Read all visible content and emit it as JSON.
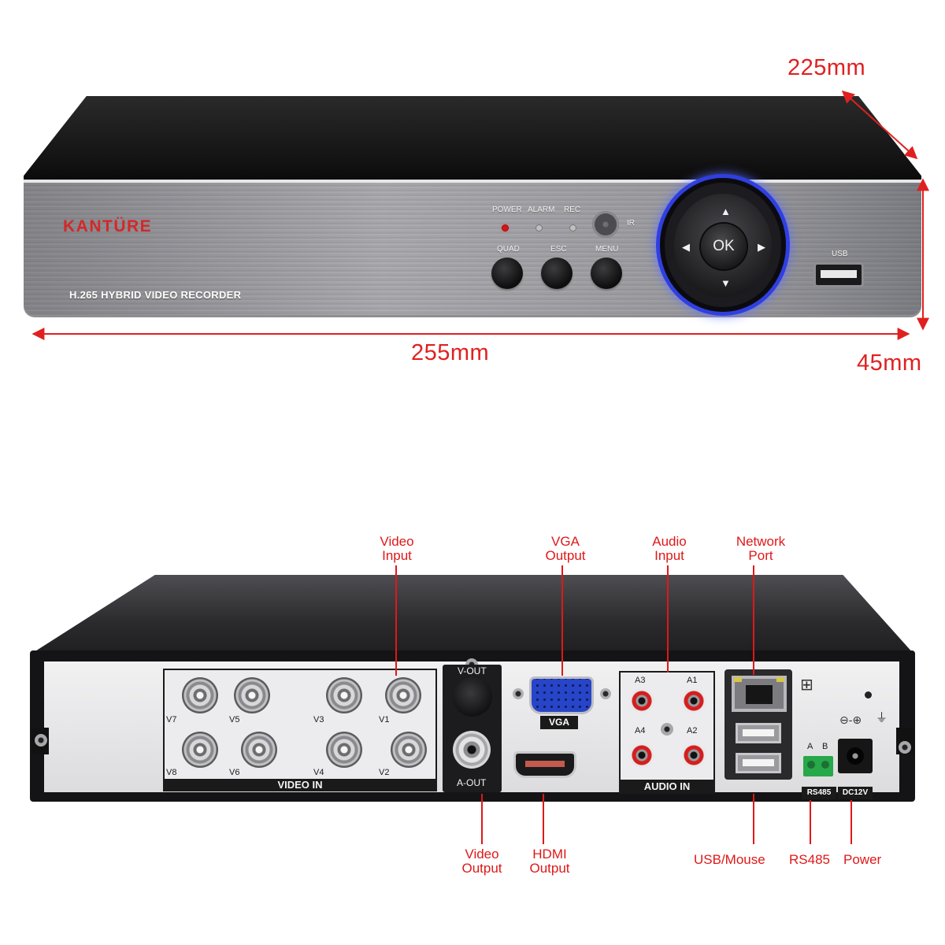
{
  "dimensions": {
    "depth": "225mm",
    "width": "255mm",
    "height": "45mm"
  },
  "front_panel": {
    "brand": "KANTÜRE",
    "model": "H.265 HYBRID VIDEO RECORDER",
    "indicators": [
      "POWER",
      "ALARM",
      "REC"
    ],
    "ir_label": "IR",
    "buttons": [
      "QUAD",
      "ESC",
      "MENU"
    ],
    "dpad_center": "OK",
    "usb_label": "USB",
    "colors": {
      "brand": "#d42828",
      "dpad_ring": "#2f3fe0",
      "power_led": "#d81515"
    }
  },
  "rear_panel": {
    "video_channels": [
      "V7",
      "V5",
      "V3",
      "V1",
      "V8",
      "V6",
      "V4",
      "V2"
    ],
    "video_block_title": "VIDEO IN",
    "video_out_label": "V-OUT",
    "audio_out_label": "A-OUT",
    "vga_label": "VGA",
    "audio_channels": [
      "A3",
      "A1",
      "A4",
      "A2"
    ],
    "audio_block_title": "AUDIO IN",
    "rs485_pins": [
      "A",
      "B"
    ],
    "rs485_label": "RS485",
    "dc_label": "DC12V"
  },
  "callouts": {
    "video_input": [
      "Video",
      "Input"
    ],
    "vga_output": [
      "VGA",
      "Output"
    ],
    "audio_input": [
      "Audio",
      "Input"
    ],
    "network_port": [
      "Network",
      "Port"
    ],
    "video_output": [
      "Video",
      "Output"
    ],
    "hdmi_output": [
      "HDMI",
      "Output"
    ],
    "usb_mouse": "USB/Mouse",
    "rs485": "RS485",
    "power": "Power",
    "color": "#e01818"
  }
}
